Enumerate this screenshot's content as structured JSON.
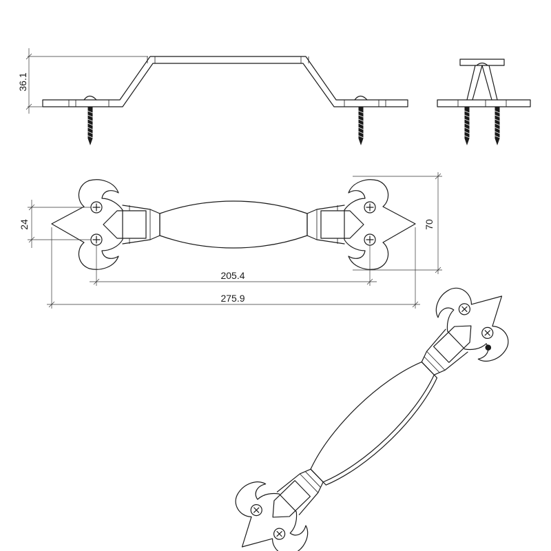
{
  "drawing": {
    "colors": {
      "line": "#1a1a1a",
      "background": "#ffffff"
    },
    "dimensions": {
      "handle_height": "36.1",
      "screw_spacing": "24",
      "plate_height": "70",
      "center_distance": "205.4",
      "overall_length": "275.9"
    }
  }
}
